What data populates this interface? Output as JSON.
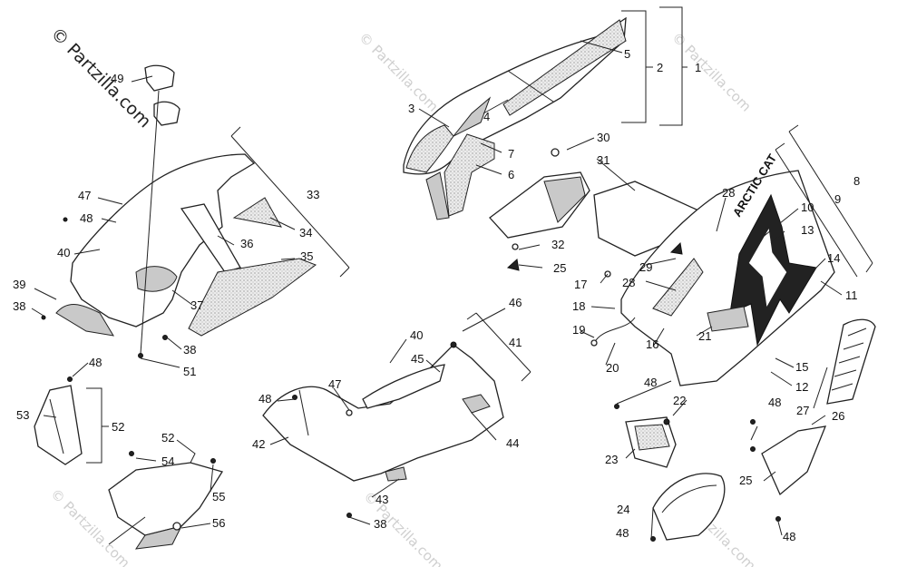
{
  "watermark": {
    "copyright": "© Partzilla.com",
    "repeat_text": "© Partzilla.com"
  },
  "decal_text": "ARCTIC CAT",
  "callouts": [
    {
      "id": "c1",
      "text": "1"
    },
    {
      "id": "c2",
      "text": "2"
    },
    {
      "id": "c3",
      "text": "3"
    },
    {
      "id": "c4",
      "text": "4"
    },
    {
      "id": "c5",
      "text": "5"
    },
    {
      "id": "c6",
      "text": "6"
    },
    {
      "id": "c7",
      "text": "7"
    },
    {
      "id": "c8",
      "text": "8"
    },
    {
      "id": "c9",
      "text": "9"
    },
    {
      "id": "c10",
      "text": "10"
    },
    {
      "id": "c11",
      "text": "11"
    },
    {
      "id": "c12",
      "text": "12"
    },
    {
      "id": "c13",
      "text": "13"
    },
    {
      "id": "c14",
      "text": "14"
    },
    {
      "id": "c15",
      "text": "15"
    },
    {
      "id": "c16",
      "text": "16"
    },
    {
      "id": "c17",
      "text": "17"
    },
    {
      "id": "c18",
      "text": "18"
    },
    {
      "id": "c19",
      "text": "19"
    },
    {
      "id": "c20",
      "text": "20"
    },
    {
      "id": "c21",
      "text": "21"
    },
    {
      "id": "c22",
      "text": "22"
    },
    {
      "id": "c23",
      "text": "23"
    },
    {
      "id": "c24",
      "text": "24"
    },
    {
      "id": "c25a",
      "text": "25"
    },
    {
      "id": "c25b",
      "text": "25"
    },
    {
      "id": "c26",
      "text": "26"
    },
    {
      "id": "c27",
      "text": "27"
    },
    {
      "id": "c28a",
      "text": "28"
    },
    {
      "id": "c28b",
      "text": "28"
    },
    {
      "id": "c29",
      "text": "29"
    },
    {
      "id": "c30",
      "text": "30"
    },
    {
      "id": "c31",
      "text": "31"
    },
    {
      "id": "c32",
      "text": "32"
    },
    {
      "id": "c33",
      "text": "33"
    },
    {
      "id": "c34",
      "text": "34"
    },
    {
      "id": "c35",
      "text": "35"
    },
    {
      "id": "c36",
      "text": "36"
    },
    {
      "id": "c37",
      "text": "37"
    },
    {
      "id": "c38a",
      "text": "38"
    },
    {
      "id": "c38b",
      "text": "38"
    },
    {
      "id": "c38c",
      "text": "38"
    },
    {
      "id": "c39",
      "text": "39"
    },
    {
      "id": "c40a",
      "text": "40"
    },
    {
      "id": "c40b",
      "text": "40"
    },
    {
      "id": "c41",
      "text": "41"
    },
    {
      "id": "c42",
      "text": "42"
    },
    {
      "id": "c43",
      "text": "43"
    },
    {
      "id": "c44",
      "text": "44"
    },
    {
      "id": "c45",
      "text": "45"
    },
    {
      "id": "c46",
      "text": "46"
    },
    {
      "id": "c47a",
      "text": "47"
    },
    {
      "id": "c47b",
      "text": "47"
    },
    {
      "id": "c48a",
      "text": "48"
    },
    {
      "id": "c48b",
      "text": "48"
    },
    {
      "id": "c48c",
      "text": "48"
    },
    {
      "id": "c48d",
      "text": "48"
    },
    {
      "id": "c48e",
      "text": "48"
    },
    {
      "id": "c48f",
      "text": "48"
    },
    {
      "id": "c48g",
      "text": "48"
    },
    {
      "id": "c49",
      "text": "49"
    },
    {
      "id": "c51",
      "text": "51"
    },
    {
      "id": "c52a",
      "text": "52"
    },
    {
      "id": "c52b",
      "text": "52"
    },
    {
      "id": "c53",
      "text": "53"
    },
    {
      "id": "c54",
      "text": "54"
    },
    {
      "id": "c55",
      "text": "55"
    },
    {
      "id": "c56",
      "text": "56"
    }
  ]
}
